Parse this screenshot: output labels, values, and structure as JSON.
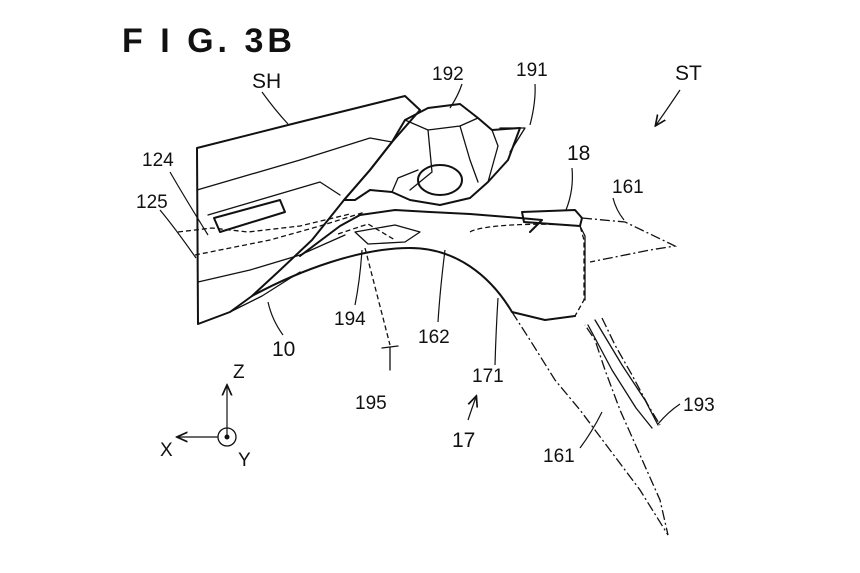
{
  "figure": {
    "title": "F I G.  3B"
  },
  "labels": {
    "sh": "SH",
    "st": "ST",
    "n192": "192",
    "n191": "191",
    "n18": "18",
    "n161_top": "161",
    "n124": "124",
    "n125": "125",
    "n194": "194",
    "n162": "162",
    "n10": "10",
    "n195": "195",
    "n171": "171",
    "n17": "17",
    "n193": "193",
    "n161_bottom": "161"
  },
  "axes": {
    "z": "Z",
    "x": "X",
    "y": "Y"
  }
}
